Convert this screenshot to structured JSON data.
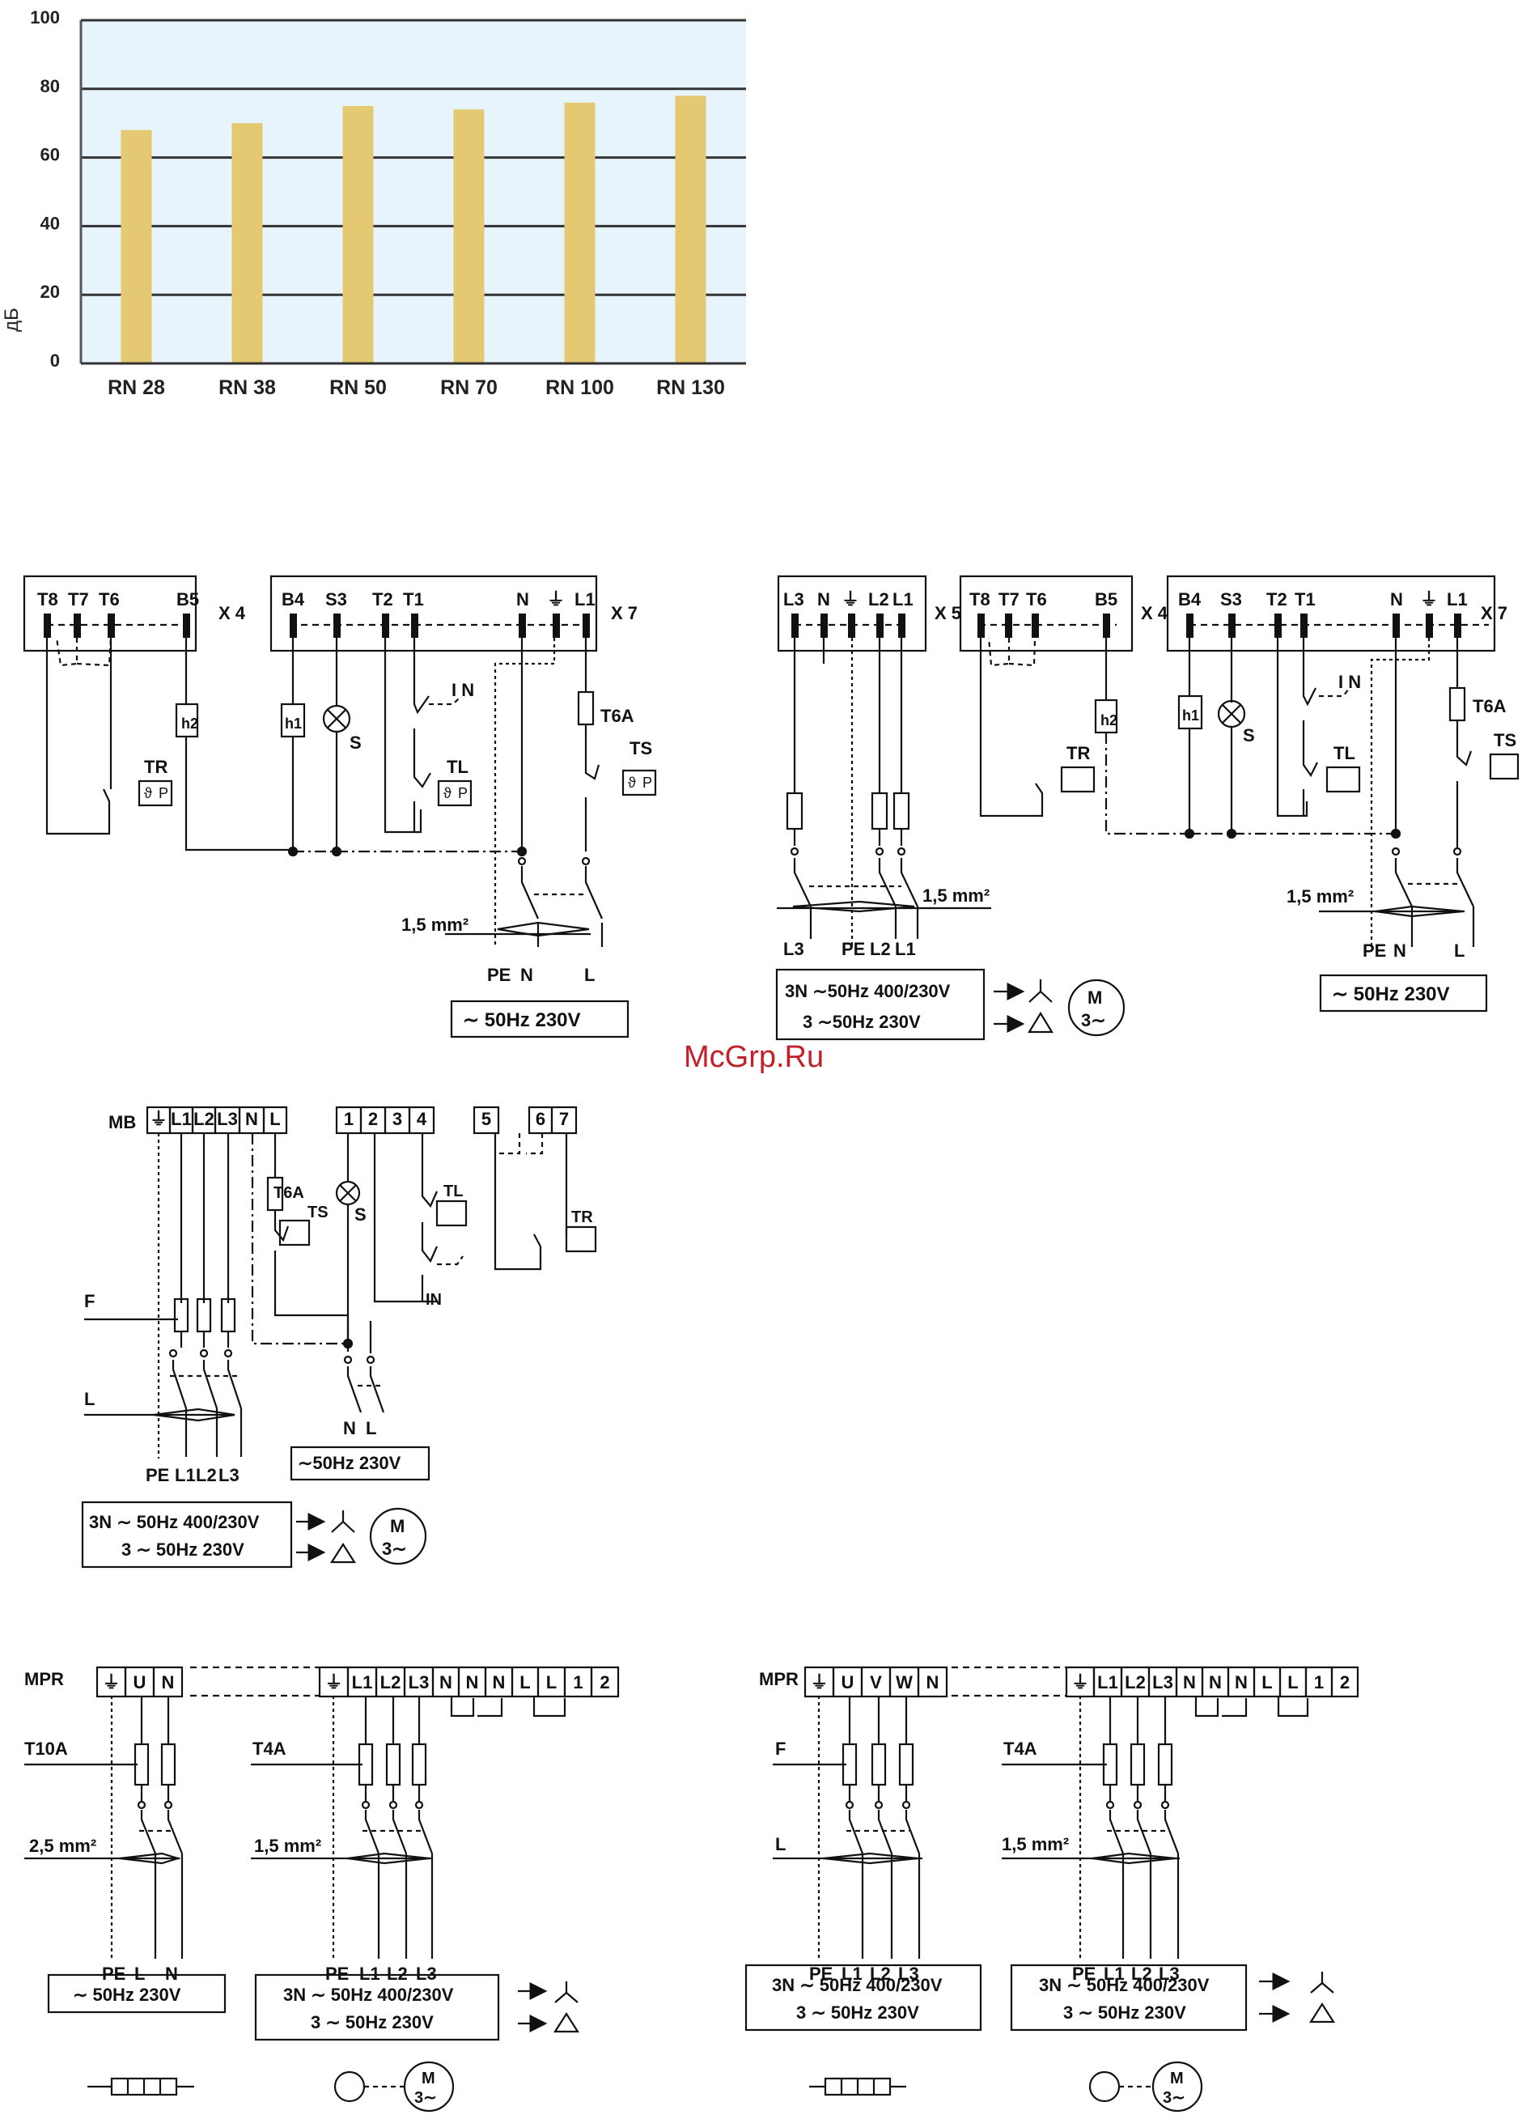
{
  "chart_data": {
    "type": "bar",
    "categories": [
      "RN 28",
      "RN 38",
      "RN 50",
      "RN 70",
      "RN 100",
      "RN 130"
    ],
    "values": [
      68,
      70,
      75,
      74,
      76,
      78
    ],
    "ylabel": "дБ",
    "ylim": [
      0,
      100
    ],
    "yticks": [
      "0",
      "20",
      "40",
      "60",
      "80",
      "100"
    ],
    "grid": true,
    "colors": {
      "bar": "#e5c872",
      "plot_bg": "#e8f4fb",
      "grid": "#333333"
    }
  },
  "watermark": "McGrp.Ru",
  "d1": {
    "x4": {
      "label": "X 4",
      "terms": [
        "T8",
        "T7",
        "T6",
        "B5"
      ]
    },
    "x7": {
      "label": "X 7",
      "terms": [
        "B4",
        "S3",
        "T2",
        "T1",
        "N",
        "⏚",
        "L1"
      ]
    },
    "h2": "h2",
    "h1": "h1",
    "s": "S",
    "in": "I N",
    "tl": "TL",
    "tr": "TR",
    "ts": "TS",
    "t6a": "T6A",
    "wire": "1,5 mm²",
    "pe": "PE",
    "n": "N",
    "l": "L",
    "supply": "∼ 50Hz  230V",
    "theta": "ϑ",
    "p": "P"
  },
  "d2": {
    "x5": {
      "label": "X 5",
      "terms": [
        "L3",
        "N",
        "⏚",
        "L2",
        "L1"
      ]
    },
    "x4": {
      "label": "X 4",
      "terms": [
        "T8",
        "T7",
        "T6",
        "B5"
      ]
    },
    "x7": {
      "label": "X 7",
      "terms": [
        "B4",
        "S3",
        "T2",
        "T1",
        "N",
        "⏚",
        "L1"
      ]
    },
    "h2": "h2",
    "h1": "h1",
    "s": "S",
    "in": "I N",
    "tl": "TL",
    "tr": "TR",
    "ts": "TS",
    "t6a": "T6A",
    "wire_a": "1,5 mm²",
    "wire_b": "1,5 mm²",
    "lines": [
      "L3",
      "PE",
      "L2",
      "L1"
    ],
    "pe": "PE",
    "n": "N",
    "l": "L",
    "motor_line1": "3N ∼50Hz  400/230V",
    "motor_line2": "3 ∼50Hz  230V",
    "motor_m": "M",
    "motor_3": "3∼",
    "supply": "∼ 50Hz  230V"
  },
  "d3": {
    "mb": "MB",
    "terms": [
      "⏚",
      "L1",
      "L2",
      "L3",
      "N",
      "L",
      "1",
      "2",
      "3",
      "4",
      "5",
      "6",
      "7"
    ],
    "t6a": "T6A",
    "ts": "TS",
    "s": "S",
    "tl": "TL",
    "tr": "TR",
    "in": "IN",
    "f": "F",
    "l": "L",
    "bottom": [
      "PE",
      "L1",
      "L2",
      "L3"
    ],
    "nl": [
      "N",
      "L"
    ],
    "supply": "∼50Hz  230V",
    "motor_line1": "3N ∼ 50Hz  400/230V",
    "motor_line2": "3 ∼ 50Hz  230V",
    "motor_m": "M",
    "motor_3": "3∼"
  },
  "d4": {
    "mpr": "MPR",
    "terms_a": [
      "⏚",
      "U",
      "N"
    ],
    "terms_b": [
      "⏚",
      "L1",
      "L2",
      "L3",
      "N",
      "N",
      "N",
      "L",
      "L",
      "1",
      "2"
    ],
    "t10a": "T10A",
    "t4a": "T4A",
    "wire_a": "2,5 mm²",
    "wire_b": "1,5 mm²",
    "bottom_a": [
      "PE",
      "L",
      "N"
    ],
    "bottom_b": [
      "PE",
      "L1",
      "L2",
      "L3"
    ],
    "supply": "∼ 50Hz  230V",
    "motor_line1": "3N ∼ 50Hz  400/230V",
    "motor_line2": "3 ∼ 50Hz  230V",
    "motor_m": "M",
    "motor_3": "3∼"
  },
  "d5": {
    "mpr": "MPR",
    "terms_a": [
      "⏚",
      "U",
      "V",
      "W",
      "N"
    ],
    "terms_b": [
      "⏚",
      "L1",
      "L2",
      "L3",
      "N",
      "N",
      "N",
      "L",
      "L",
      "1",
      "2"
    ],
    "f": "F",
    "t4a": "T4A",
    "l": "L",
    "wire_b": "1,5 mm²",
    "bottom_a": [
      "PE",
      "L1",
      "L2",
      "L3"
    ],
    "bottom_b": [
      "PE",
      "L1",
      "L2",
      "L3"
    ],
    "box_a_line1": "3N ∼ 50Hz  400/230V",
    "box_a_line2": "3 ∼ 50Hz  230V",
    "box_b_line1": "3N ∼ 50Hz  400/230V",
    "box_b_line2": "3 ∼ 50Hz  230V",
    "motor_m": "M",
    "motor_3": "3∼"
  }
}
